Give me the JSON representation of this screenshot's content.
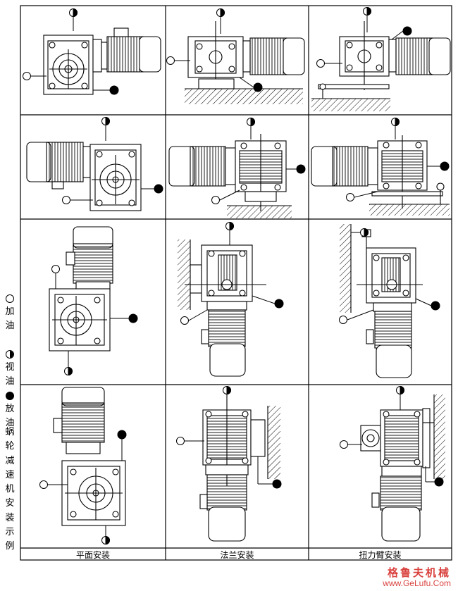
{
  "legend": [
    {
      "symbol": "open-circle",
      "label": "加油"
    },
    {
      "symbol": "half-circle",
      "label": "视油"
    },
    {
      "symbol": "filled-circle",
      "label": "放油"
    }
  ],
  "title_vertical": "蜗轮减速机安装示例",
  "captions": [
    "平面安装",
    "法兰安装",
    "扭力臂安装"
  ],
  "watermark": {
    "chinese": "格鲁夫机械",
    "url": "www.GeLufu.Com"
  },
  "colors": {
    "line": "#000000",
    "watermark": "#d9433f"
  }
}
